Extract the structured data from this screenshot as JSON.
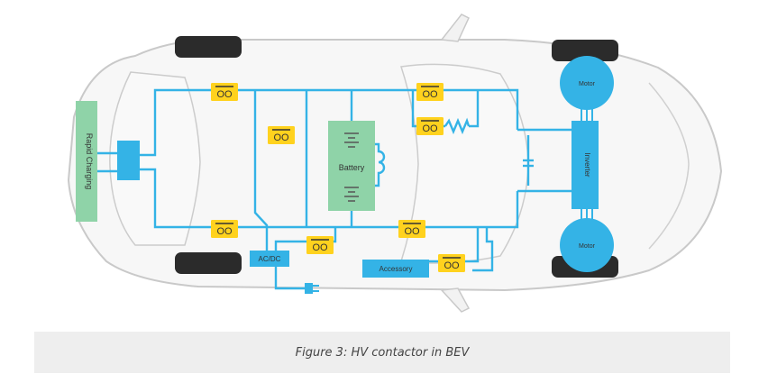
{
  "diagram": {
    "labels": {
      "rapid_charging": "Rapid Charging",
      "battery": "Battery",
      "ac_dc": "AC/DC",
      "accessory": "Accessory",
      "inverter": "Inverter",
      "motor_front": "Motor",
      "motor_rear": "Motor"
    },
    "contactor_symbol": "OO"
  },
  "caption": {
    "text": "Figure 3: HV contactor in BEV"
  }
}
